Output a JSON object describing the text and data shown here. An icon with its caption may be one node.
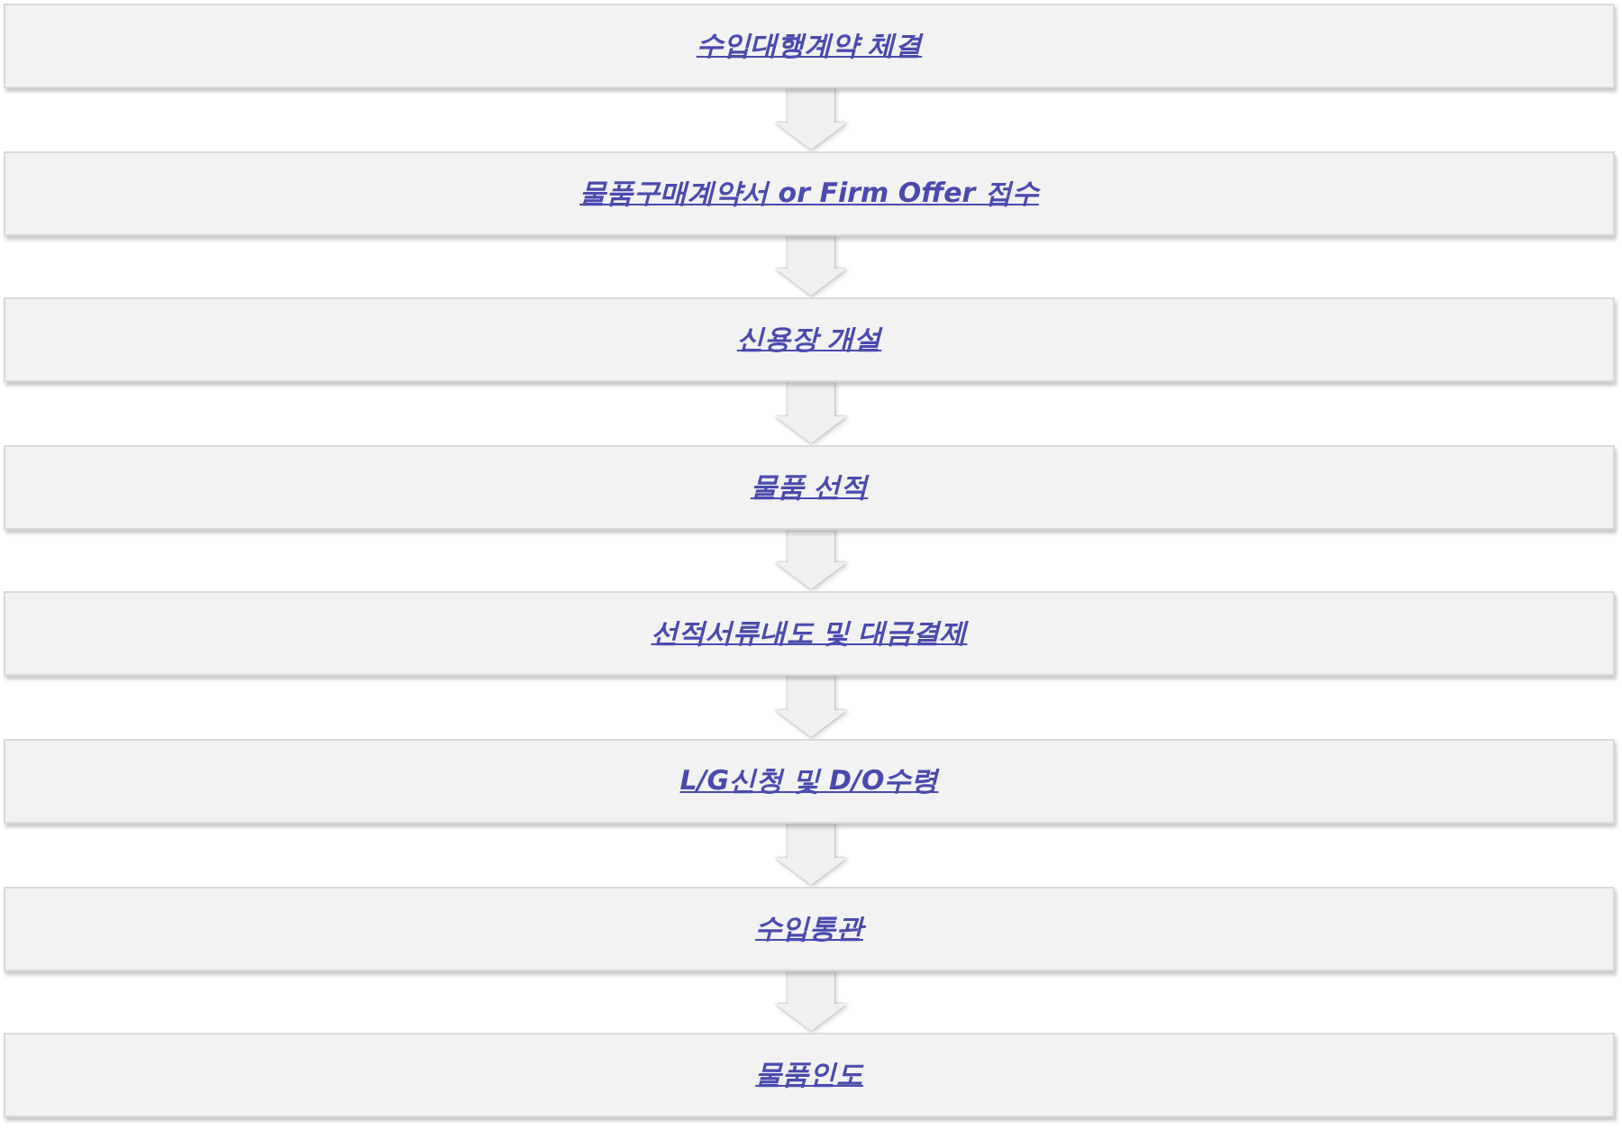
{
  "diagram": {
    "nodes": [
      {
        "text": [
          "수입대행계약 체결"
        ]
      },
      {
        "text": [
          "물품구매계약서 or Firm Offer 접수"
        ]
      },
      {
        "text": [
          "신용장 개설"
        ]
      },
      {
        "text": [
          "물품 선적"
        ]
      },
      {
        "text": [
          "선적서류내도 및 대금결제"
        ]
      },
      {
        "text": [
          "L/G신청 및 D/O수령"
        ]
      },
      {
        "text": [
          "수입통관"
        ]
      },
      {
        "text": [
          "물품인도"
        ]
      }
    ],
    "edges": [
      {
        "from": 0,
        "to": 1,
        "arrow": "to"
      },
      {
        "from": 1,
        "to": 2,
        "arrow": "to"
      },
      {
        "from": 2,
        "to": 3,
        "arrow": "to"
      },
      {
        "from": 3,
        "to": 4,
        "arrow": "to"
      },
      {
        "from": 4,
        "to": 5,
        "arrow": "to"
      },
      {
        "from": 5,
        "to": 6,
        "arrow": "to"
      },
      {
        "from": 6,
        "to": 7,
        "arrow": "to"
      }
    ]
  }
}
